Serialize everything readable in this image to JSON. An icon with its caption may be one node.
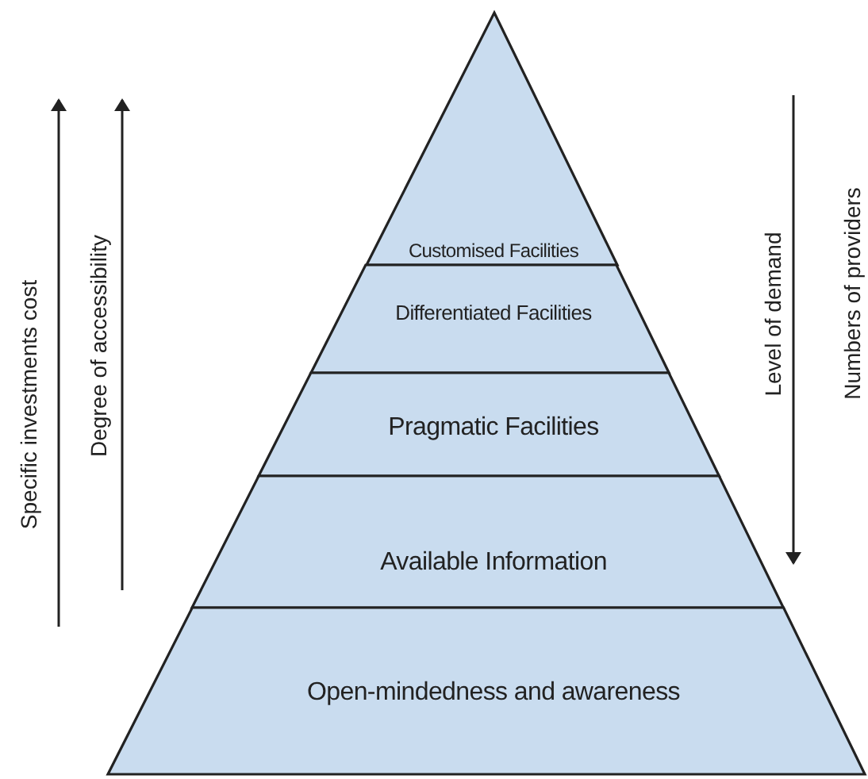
{
  "diagram": {
    "nodes": [
      {
        "text": [
          "Customised Facilities"
        ]
      },
      {
        "text": [
          "Differentiated Facilities"
        ]
      },
      {
        "text": [
          "Pragmatic Facilities"
        ]
      },
      {
        "text": [
          "Available Information"
        ]
      },
      {
        "text": [
          "Open-mindedness and awareness"
        ]
      }
    ],
    "labels": [
      "Specific investments cost",
      "Degree of accessibility",
      "Level of demand",
      "Numbers of providers"
    ]
  }
}
